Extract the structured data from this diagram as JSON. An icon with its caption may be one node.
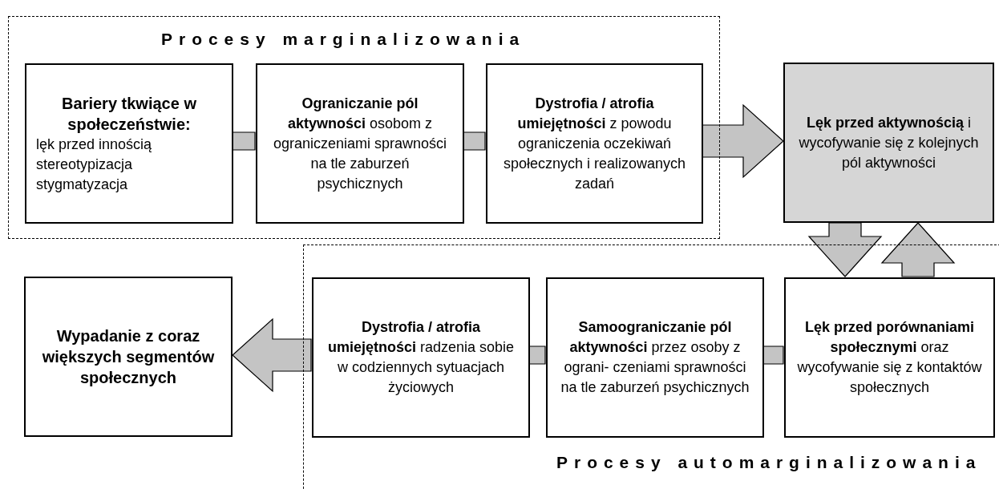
{
  "diagram": {
    "nodes": [
      {
        "text": [
          "Procesy marginalizowania"
        ]
      },
      {
        "text": [
          "Bariery tkwiące w społeczeństwie:",
          "lęk przed innością",
          "stereotypizacja",
          "stygmatyzacja"
        ],
        "in": 0
      },
      {
        "text": [
          "**Ograniczanie pól aktywności** osobom z ograniczeniami sprawności na tle zaburzeń psychicznych"
        ],
        "in": 0
      },
      {
        "text": [
          "**Dystrofia / atrofia umiejętności** z powodu ograniczenia oczekiwań społecznych i realizowanych zadań"
        ],
        "in": 0
      },
      {
        "text": [
          "**Lęk przed aktywnością** i wycofywanie się z kolejnych pól aktywności"
        ]
      },
      {
        "text": [
          "Wypadanie z coraz większych segmentów społecznych"
        ]
      },
      {
        "text": [
          "Procesy automarginalizowania"
        ]
      },
      {
        "text": [
          "**Dystrofia / atrofia umiejętności** radzenia sobie w codziennych sytuacjach życiowych"
        ],
        "in": 6
      },
      {
        "text": [
          "**Samoograniczanie pól aktywności** przez osoby z ograni- czeniami sprawności na tle zaburzeń psychicznych"
        ],
        "in": 6
      },
      {
        "text": [
          "**Lęk przed porównaniami społecznymi** oraz wycofywanie się z kontaktów społecznych"
        ],
        "in": 6
      }
    ],
    "edges": [
      {
        "from": 1,
        "to": 2,
        "arrow": "none"
      },
      {
        "from": 2,
        "to": 3,
        "arrow": "none"
      },
      {
        "from": 3,
        "to": 4,
        "arrow": "to"
      },
      {
        "from": 4,
        "to": 9,
        "arrow": "to"
      },
      {
        "from": 9,
        "to": 4,
        "arrow": "to"
      },
      {
        "from": 9,
        "to": 8,
        "arrow": "none"
      },
      {
        "from": 8,
        "to": 7,
        "arrow": "none"
      },
      {
        "from": 7,
        "to": 5,
        "arrow": "to"
      }
    ]
  }
}
